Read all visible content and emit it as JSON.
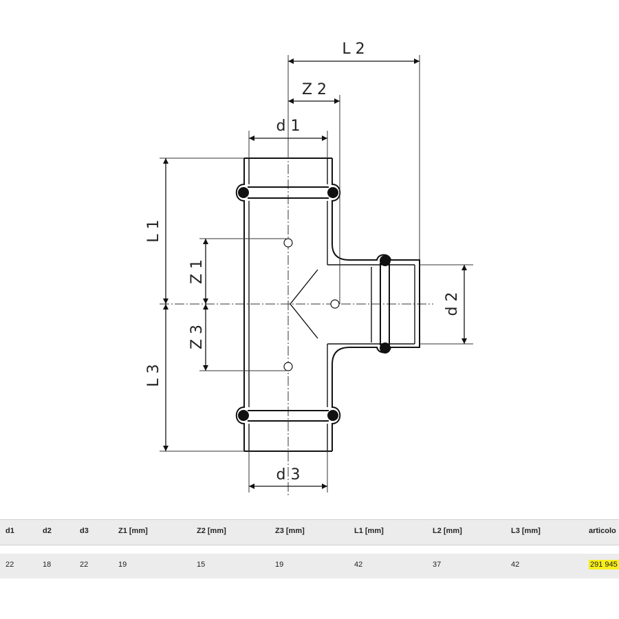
{
  "drawing": {
    "labels": {
      "L2": "L 2",
      "Z2": "Z 2",
      "d1": "d 1",
      "L1": "L 1",
      "Z1": "Z 1",
      "d2": "d 2",
      "Z3": "Z 3",
      "L3": "L 3",
      "d3": "d 3"
    }
  },
  "table": {
    "headers": [
      "d1",
      "d2",
      "d3",
      "Z1 [mm]",
      "Z2 [mm]",
      "Z3 [mm]",
      "L1 [mm]",
      "L2 [mm]",
      "L3 [mm]",
      "articolo"
    ],
    "values": [
      "22",
      "18",
      "22",
      "19",
      "15",
      "19",
      "42",
      "37",
      "42",
      "291 945"
    ],
    "highlight_color": "#f7ee1b"
  }
}
